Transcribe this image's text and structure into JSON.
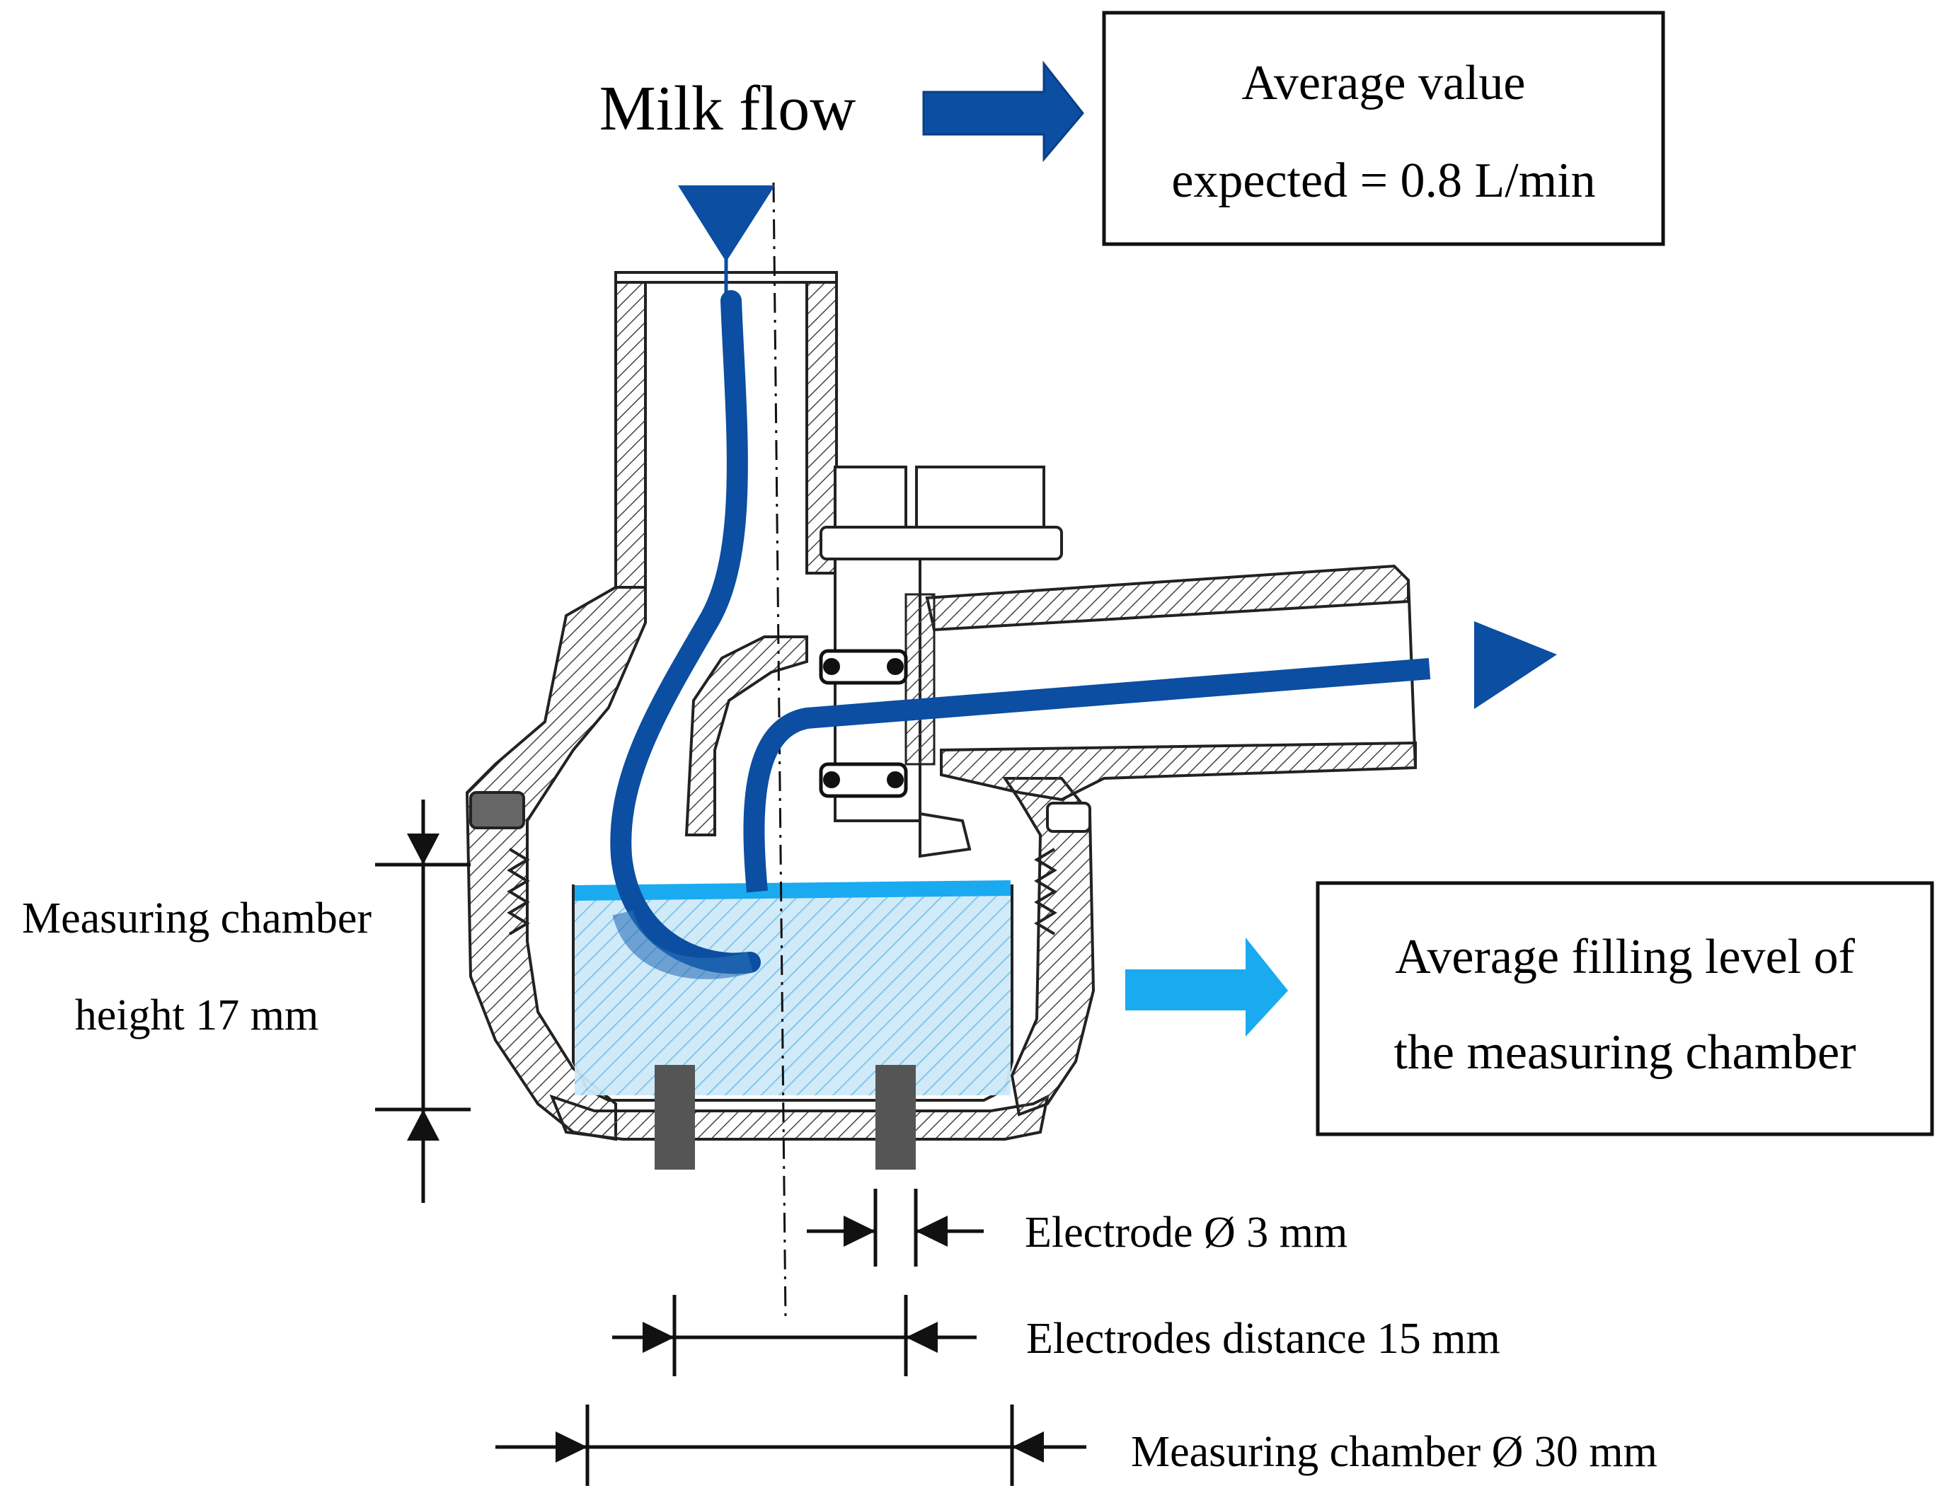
{
  "title": "Milk flow",
  "boxes": {
    "average_value_line1": "Average value",
    "average_value_line2": "expected = 0.8 L/min",
    "filling_level_line1": "Average filling level of",
    "filling_level_line2": "the measuring chamber"
  },
  "dimensions": {
    "chamber_height_line1": "Measuring chamber",
    "chamber_height_line2": "height 17 mm",
    "electrode_diameter": "Electrode Ø 3 mm",
    "electrodes_distance": "Electrodes distance 15 mm",
    "chamber_diameter": "Measuring chamber Ø 30 mm"
  },
  "colors": {
    "flow": "#0b4ea2",
    "level": "#1aaaf0",
    "fill": "#cfe9f8",
    "electrode": "#555555",
    "hatch": "#444444"
  }
}
